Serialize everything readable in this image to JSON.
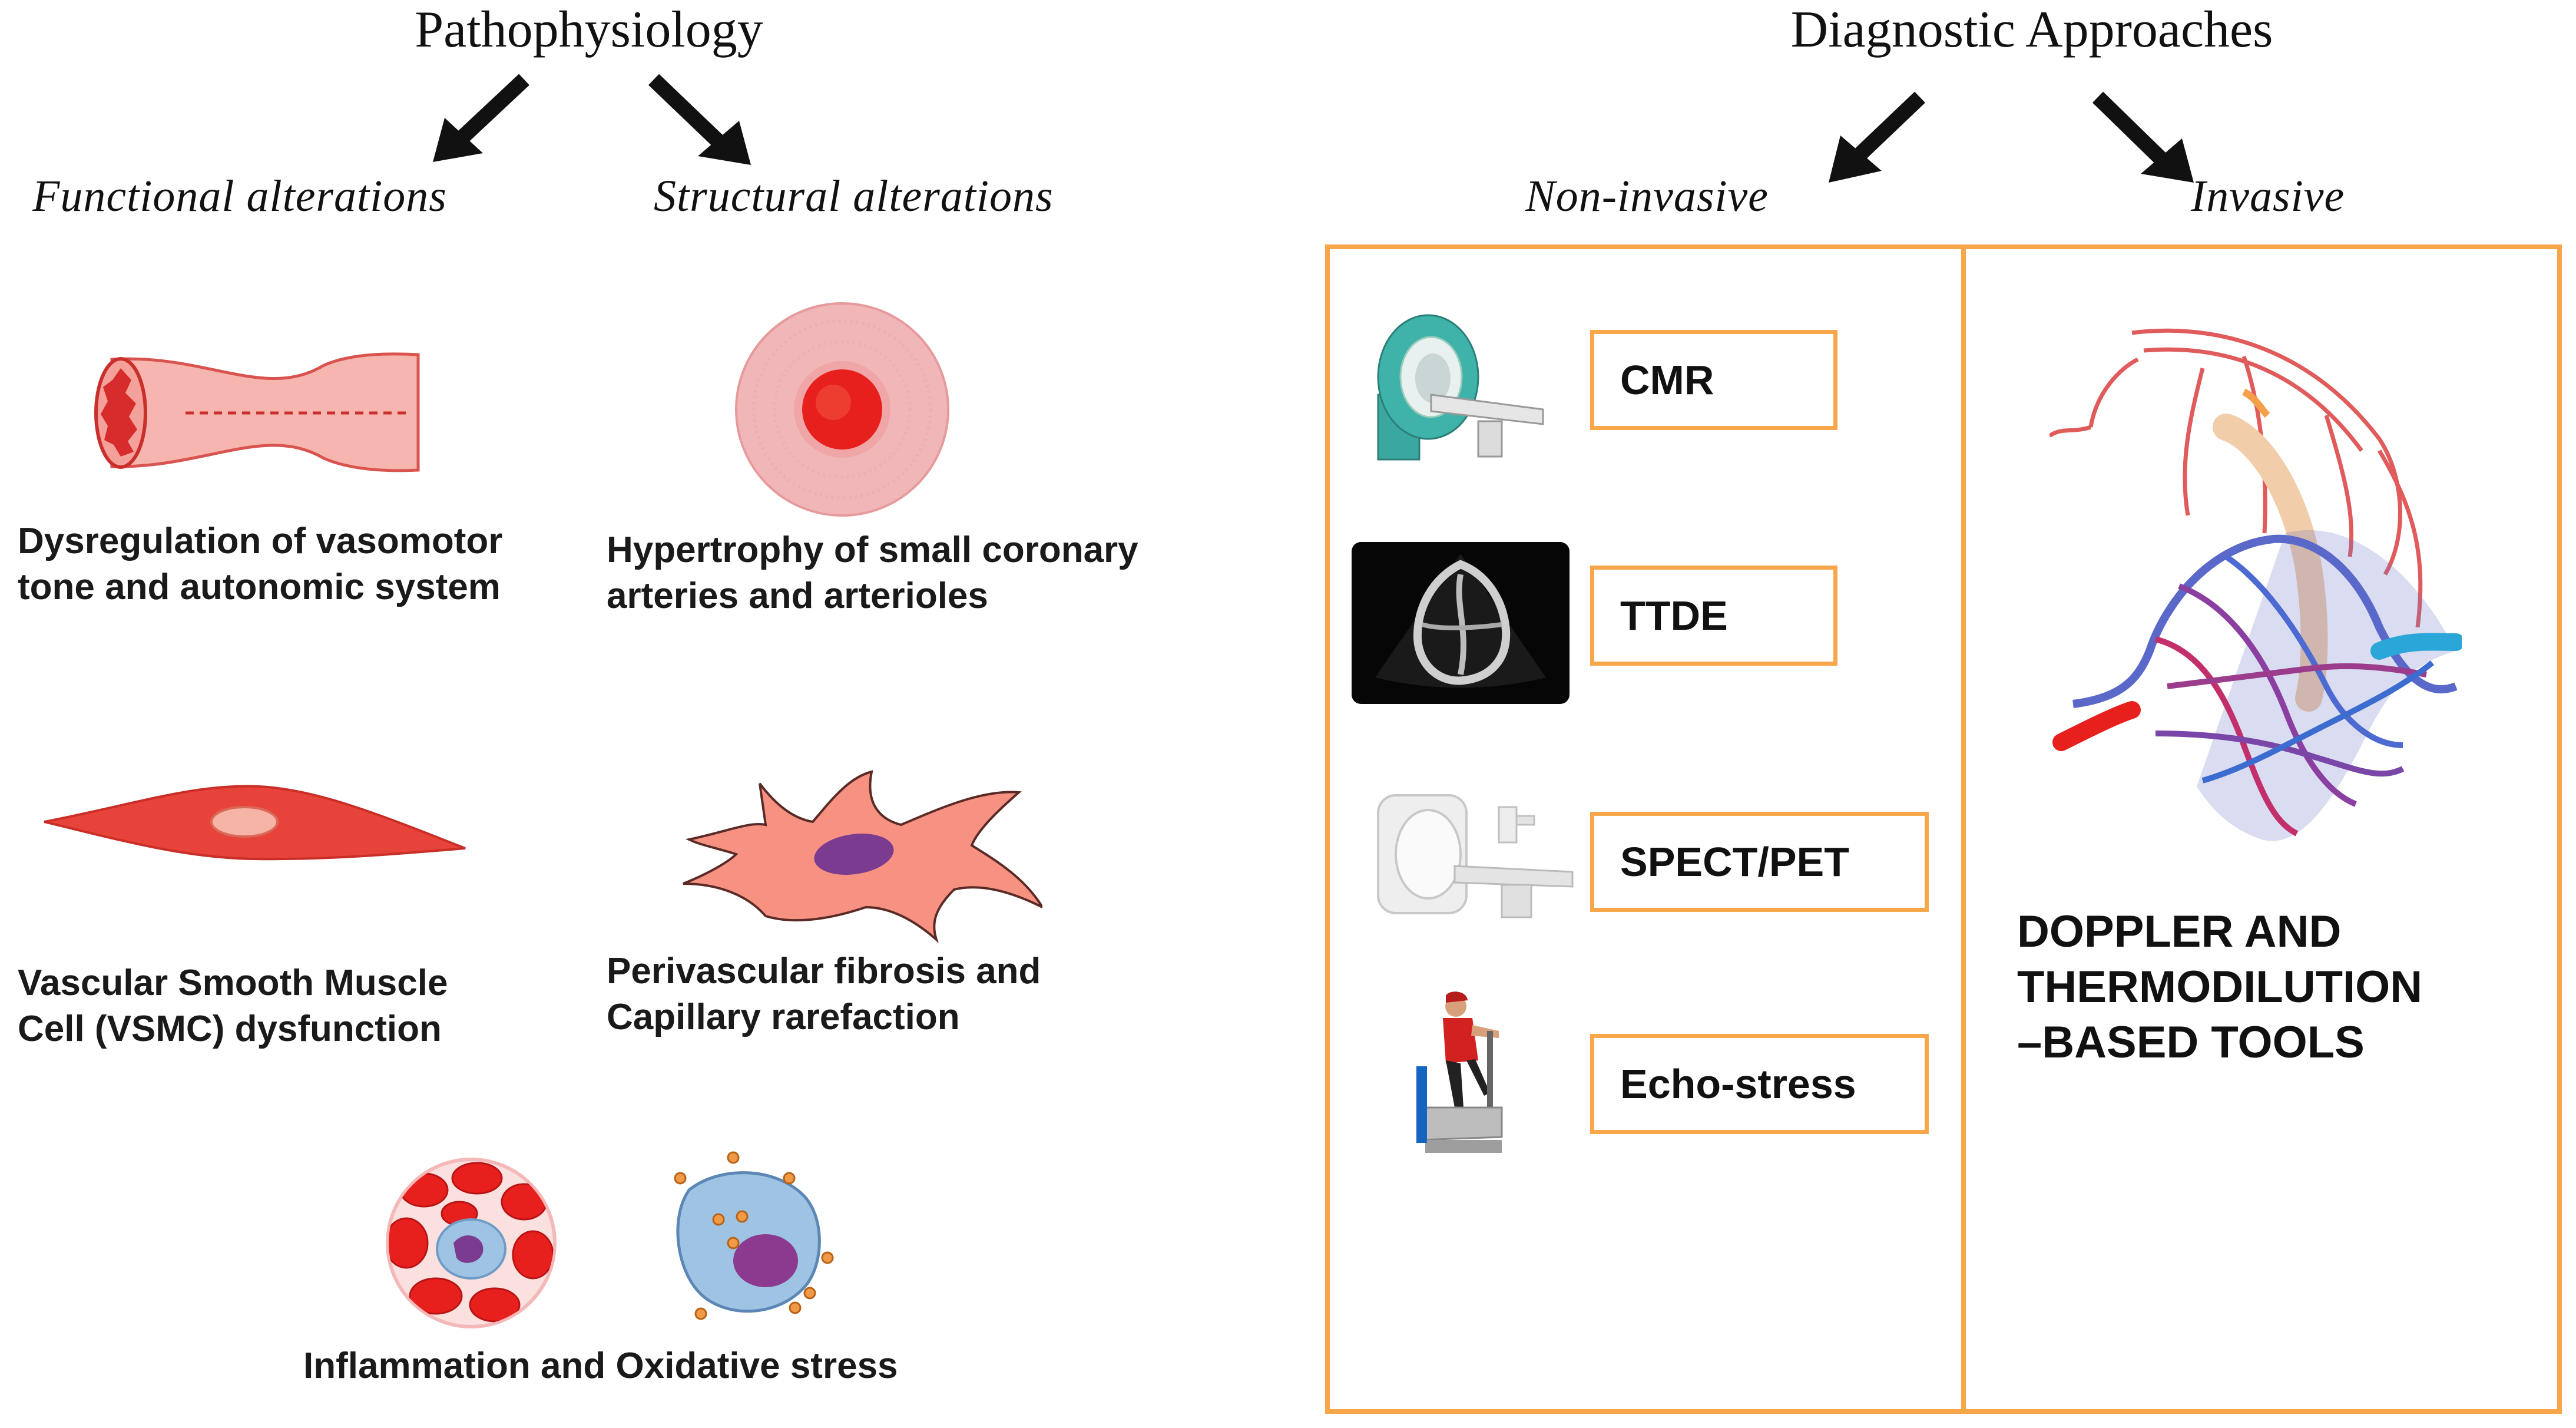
{
  "pathophysiology": {
    "title": "Pathophysiology",
    "functional_label": "Functional alterations",
    "structural_label": "Structural  alterations",
    "items": [
      {
        "caption": "Dysregulation of vasomotor\ntone and autonomic system"
      },
      {
        "caption": "Hypertrophy of small coronary\narteries and arterioles"
      },
      {
        "caption": "Vascular Smooth Muscle\nCell (VSMC) dysfunction"
      },
      {
        "caption": "Perivascular fibrosis and\nCapillary rarefaction"
      },
      {
        "caption": "Inflammation and Oxidative stress"
      }
    ]
  },
  "diagnostic": {
    "title": "Diagnostic Approaches",
    "noninvasive_label": "Non-invasive",
    "invasive_label": "Invasive",
    "noninvasive_tests": [
      "CMR",
      "TTDE",
      "SPECT/PET",
      "Echo-stress"
    ],
    "invasive_text": "DOPPLER AND\nTHERMODILUTION\n–BASED  TOOLS"
  },
  "colors": {
    "panel_border": "#f7a64a",
    "vessel_red": "#e8433a",
    "vessel_pink": "#f5a3a1",
    "nucleus_purple": "#7b3b8f",
    "cell_blue": "#9ec3e3"
  }
}
